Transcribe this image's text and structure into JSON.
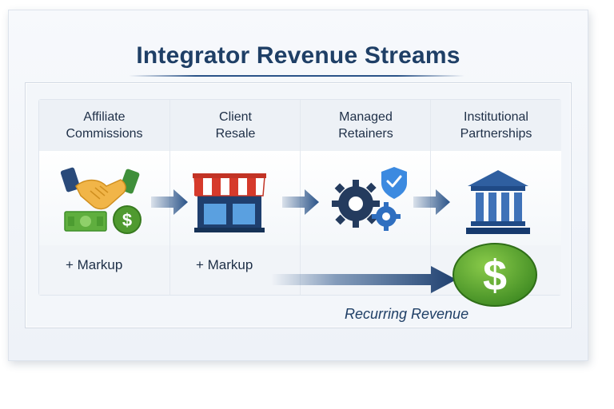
{
  "title": "Integrator Revenue Streams",
  "columns": [
    {
      "label_line1": "Affiliate",
      "label_line2": "Commissions",
      "icon": "handshake-money-icon",
      "footer": "+ Markup"
    },
    {
      "label_line1": "Client",
      "label_line2": "Resale",
      "icon": "storefront-icon",
      "footer": "+ Markup"
    },
    {
      "label_line1": "Managed",
      "label_line2": "Retainers",
      "icon": "gears-shield-icon",
      "footer": ""
    },
    {
      "label_line1": "Institutional",
      "label_line2": "Partnerships",
      "icon": "institution-building-icon",
      "footer": ""
    }
  ],
  "recurring_label": "Recurring Revenue",
  "colors": {
    "title": "#1f3f66",
    "arrow": "#2a5388",
    "money_green": "#4f9a2f",
    "store_red": "#d63a2b",
    "building_blue": "#2f5fa0"
  }
}
